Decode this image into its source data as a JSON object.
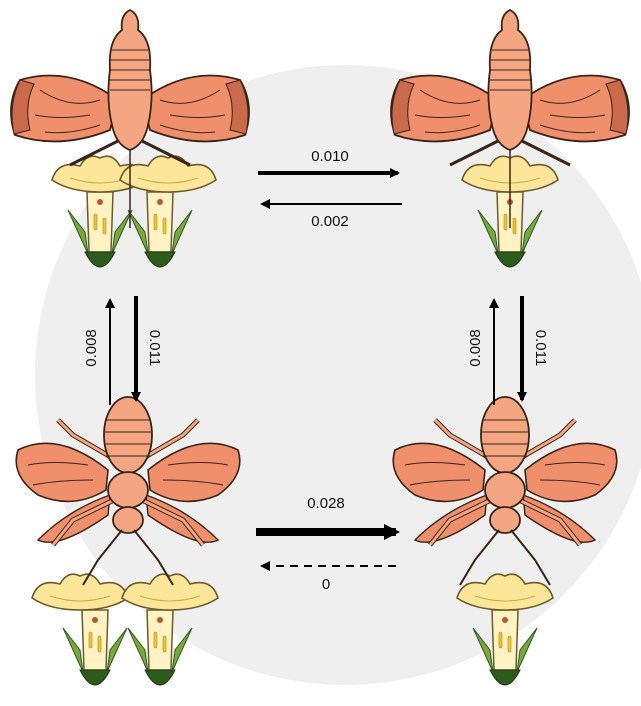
{
  "colors": {
    "background_circle": "#efefef",
    "pollinator_fill": "#f4a582",
    "pollinator_stroke": "#3a2418",
    "wing_fill": "#f08f6c",
    "flower_petal": "#fde69a",
    "flower_stroke": "#6b5a2a",
    "flower_tube": "#fff3c4",
    "flower_base": "#2f5a1e",
    "leaf": "#7aa83c",
    "anther": "#c0562a",
    "arrow": "#000000"
  },
  "states": [
    {
      "id": "moth-two-flowers",
      "pollinator": "moth-icon",
      "flowers": 2
    },
    {
      "id": "moth-one-flower",
      "pollinator": "moth-icon",
      "flowers": 1
    },
    {
      "id": "bee-two-flowers",
      "pollinator": "bee-icon",
      "flowers": 2
    },
    {
      "id": "bee-one-flower",
      "pollinator": "bee-icon",
      "flowers": 1
    }
  ],
  "transitions": {
    "top_forward": "0.010",
    "top_backward": "0.002",
    "left_down": "0.011",
    "left_up": "0.008",
    "right_down": "0.011",
    "right_up": "0.008",
    "bottom_forward": "0.028",
    "bottom_backward": "0"
  }
}
